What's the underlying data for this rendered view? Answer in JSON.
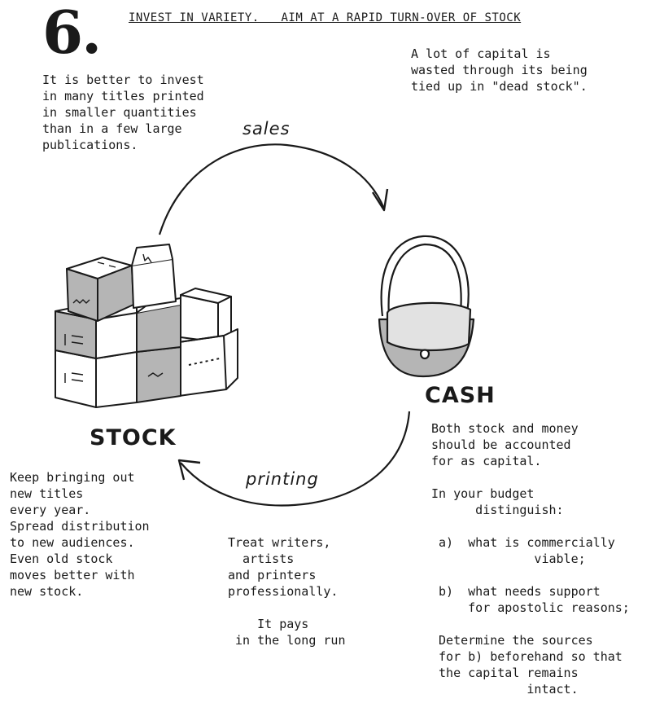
{
  "header": {
    "number": "6.",
    "title": "INVEST IN VARIETY.   AIM AT A RAPID TURN-OVER OF STOCK"
  },
  "notes": {
    "top_left": "It is better to invest\nin many titles printed\nin smaller quantities\nthan in a few large\npublications.",
    "top_right": "A lot of capital is\nwasted through its being\ntied up in \"dead stock\".",
    "bottom_left": "Keep bringing out\nnew titles\nevery year.\nSpread distribution\nto new audiences.\nEven old stock\nmoves better with\nnew stock.",
    "bottom_center": "Treat writers,\n  artists\nand printers\nprofessionally.\n\n    It pays\n in the long run",
    "bottom_right": "Both stock and money\nshould be accounted\nfor as capital.\n\nIn your budget\n      distinguish:\n\n a)  what is commercially\n              viable;\n\n b)  what needs support\n     for apostolic reasons;\n\n Determine the sources\n for b) beforehand so that\n the capital remains\n             intact."
  },
  "cycle": {
    "top_arrow_label": "sales",
    "bottom_arrow_label": "printing",
    "stock_label": "STOCK",
    "cash_label": "CASH"
  },
  "icons": {
    "stock": "stacked-boxes-icon",
    "cash": "shoulder-bag-icon"
  },
  "colors": {
    "ink": "#1a1a1a",
    "shade": "#b5b5b5",
    "paper": "#ffffff"
  }
}
